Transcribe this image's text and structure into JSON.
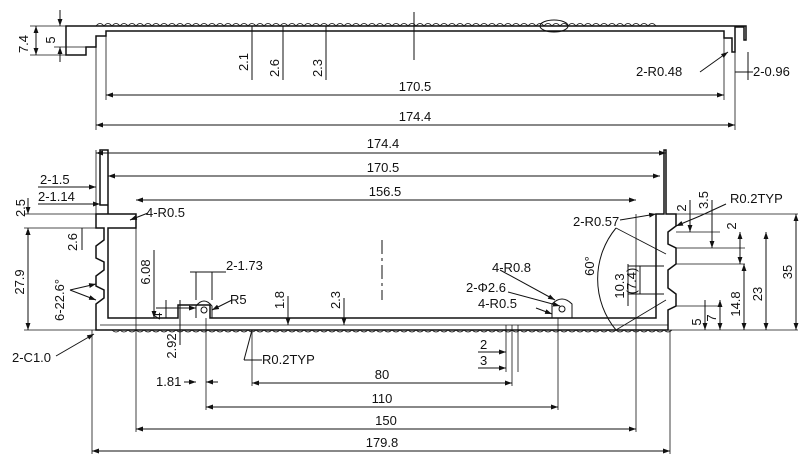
{
  "top_view": {
    "left_dims": [
      "7.4",
      "5"
    ],
    "depth_dims": [
      "2.1",
      "2.6",
      "2.3"
    ],
    "inner_length": "170.5",
    "outer_length": "174.4",
    "radius_note": "2-R0.48",
    "gap_note": "2-0.96"
  },
  "front_view": {
    "top_lengths": [
      "174.4",
      "170.5",
      "156.5"
    ],
    "slot_width_notes": [
      "2-1.5",
      "2-1.14"
    ],
    "radius_notes": [
      "4-R0.5",
      "2-R0.57",
      "R0.2TYP",
      "4-R0.8",
      "4-R0.5",
      "R5",
      "R0.2TYP"
    ],
    "hole_note": "2-Φ2.6",
    "groove_note": "2-1.73",
    "chamfer_note": "2-C1.0",
    "angle_notes": [
      "6-22.6°",
      "60°"
    ],
    "left_heights": [
      "2.5",
      "2.6",
      "27.9"
    ],
    "inner_heights": [
      "6.08",
      "4",
      "2.92",
      "1.8",
      "2.3"
    ],
    "small_widths": [
      "1.81",
      "2",
      "3"
    ],
    "right_heights": [
      "2",
      "3.5",
      "2",
      "10.3",
      "(7.4)",
      "5",
      "7",
      "14.8",
      "23",
      "35"
    ],
    "bottom_lengths": [
      "80",
      "110",
      "150",
      "179.8"
    ]
  }
}
